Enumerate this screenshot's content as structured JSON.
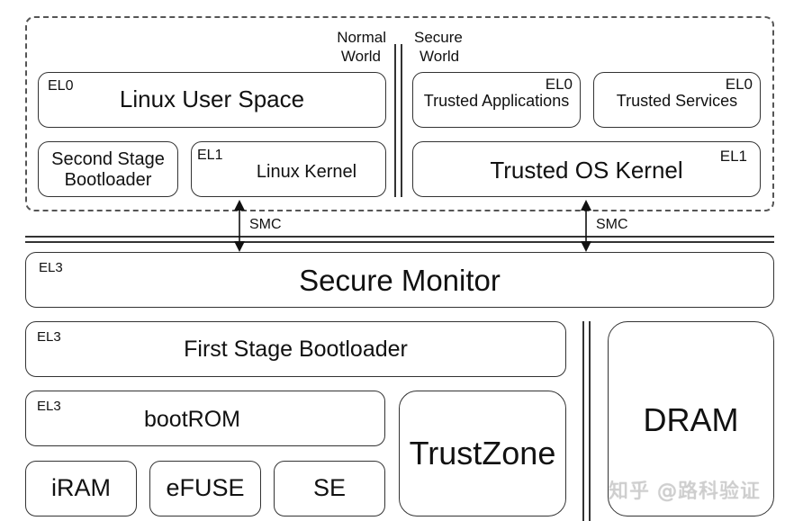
{
  "worlds": {
    "normal": "Normal\nWorld",
    "normal_line1": "Normal",
    "normal_line2": "World",
    "secure_line1": "Secure",
    "secure_line2": "World"
  },
  "normal_world": {
    "user_space": {
      "el": "EL0",
      "label": "Linux User Space"
    },
    "second_stage": {
      "line1": "Second Stage",
      "line2": "Bootloader"
    },
    "kernel": {
      "el": "EL1",
      "label": "Linux Kernel"
    }
  },
  "secure_world": {
    "trusted_apps": {
      "el": "EL0",
      "label": "Trusted Applications"
    },
    "trusted_services": {
      "el": "EL0",
      "label": "Trusted Services"
    },
    "trusted_os": {
      "el": "EL1",
      "label": "Trusted OS Kernel"
    }
  },
  "calls": {
    "left": "SMC",
    "right": "SMC"
  },
  "secure_monitor": {
    "el": "EL3",
    "label": "Secure Monitor"
  },
  "first_stage": {
    "el": "EL3",
    "label": "First Stage Bootloader"
  },
  "bootrom": {
    "el": "EL3",
    "label": "bootROM"
  },
  "hardware": {
    "iram": "iRAM",
    "efuse": "eFUSE",
    "se": "SE",
    "trustzone": "TrustZone",
    "dram": "DRAM"
  },
  "watermark": "知乎 @路科验证"
}
